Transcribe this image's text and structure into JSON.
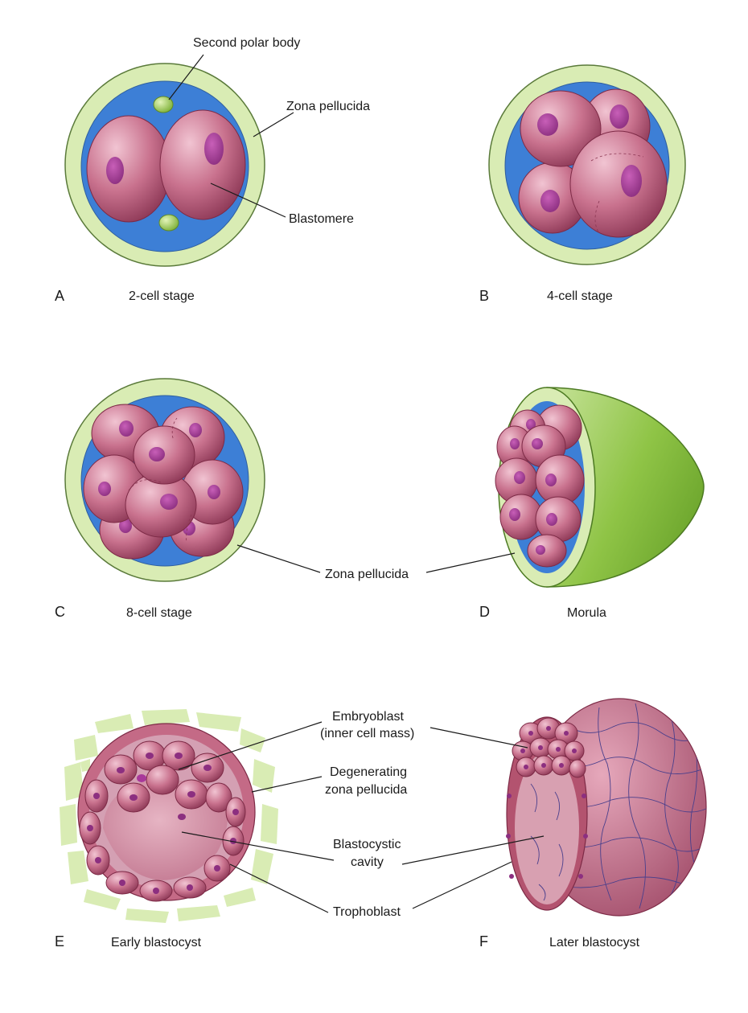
{
  "panels": {
    "A": {
      "letter": "A",
      "caption": "2-cell stage"
    },
    "B": {
      "letter": "B",
      "caption": "4-cell stage"
    },
    "C": {
      "letter": "C",
      "caption": "8-cell stage"
    },
    "D": {
      "letter": "D",
      "caption": "Morula"
    },
    "E": {
      "letter": "E",
      "caption": "Early blastocyst"
    },
    "F": {
      "letter": "F",
      "caption": "Later blastocyst"
    }
  },
  "labels": {
    "second_polar_body": "Second polar body",
    "zona_pellucida_a": "Zona pellucida",
    "blastomere": "Blastomere",
    "zona_pellucida_cd": "Zona pellucida",
    "embryoblast_line1": "Embryoblast",
    "embryoblast_line2": "(inner cell mass)",
    "degenerating_line1": "Degenerating",
    "degenerating_line2": "zona pellucida",
    "blastocystic_line1": "Blastocystic",
    "blastocystic_line2": "cavity",
    "trophoblast": "Trophoblast"
  },
  "colors": {
    "zona": "#d9ecb4",
    "zona_outline": "#5a7a3a",
    "perivitelline": "#3d7fd6",
    "cell": "#c9728e",
    "cell_outline": "#7d2a46",
    "nucleus": "#a8389a",
    "polar_body": "#9ccc4a",
    "cavity": "#d89aac",
    "morula_shell": "#9ccc4a"
  }
}
